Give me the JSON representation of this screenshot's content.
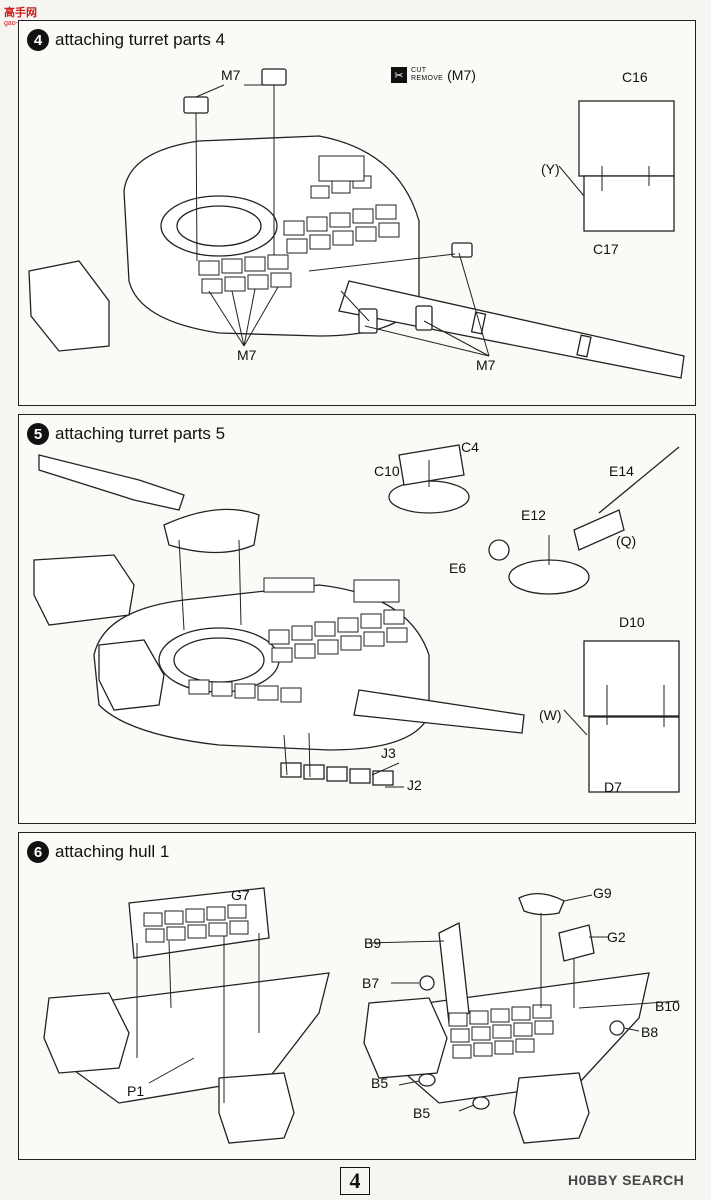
{
  "watermark_top": {
    "cn": "高手网",
    "url": "gao-shou.com"
  },
  "steps": [
    {
      "number": "4",
      "title": "attaching turret parts 4"
    },
    {
      "number": "5",
      "title": "attaching turret parts 5"
    },
    {
      "number": "6",
      "title": "attaching hull 1"
    }
  ],
  "step4": {
    "cut_remove": {
      "icon": "✂",
      "line1": "CUT",
      "line2": "REMOVE",
      "part": "(M7)"
    },
    "labels": {
      "m7_top": "M7",
      "m7_bottom_left": "M7",
      "m7_bottom_right": "M7",
      "c16": "C16",
      "y": "(Y)",
      "c17": "C17"
    }
  },
  "step5": {
    "labels": {
      "c4": "C4",
      "c10": "C10",
      "e14": "E14",
      "e12": "E12",
      "q": "(Q)",
      "e6": "E6",
      "d10": "D10",
      "w": "(W)",
      "d7": "D7",
      "j3": "J3",
      "j2": "J2"
    }
  },
  "step6": {
    "labels": {
      "g7": "G7",
      "p1": "P1",
      "g9": "G9",
      "b9": "B9",
      "g2": "G2",
      "b7": "B7",
      "b10": "B10",
      "b8": "B8",
      "b5_a": "B5",
      "b5_b": "B5"
    }
  },
  "page_number": "4",
  "watermark_bottom": "H0BBY SEARCH"
}
